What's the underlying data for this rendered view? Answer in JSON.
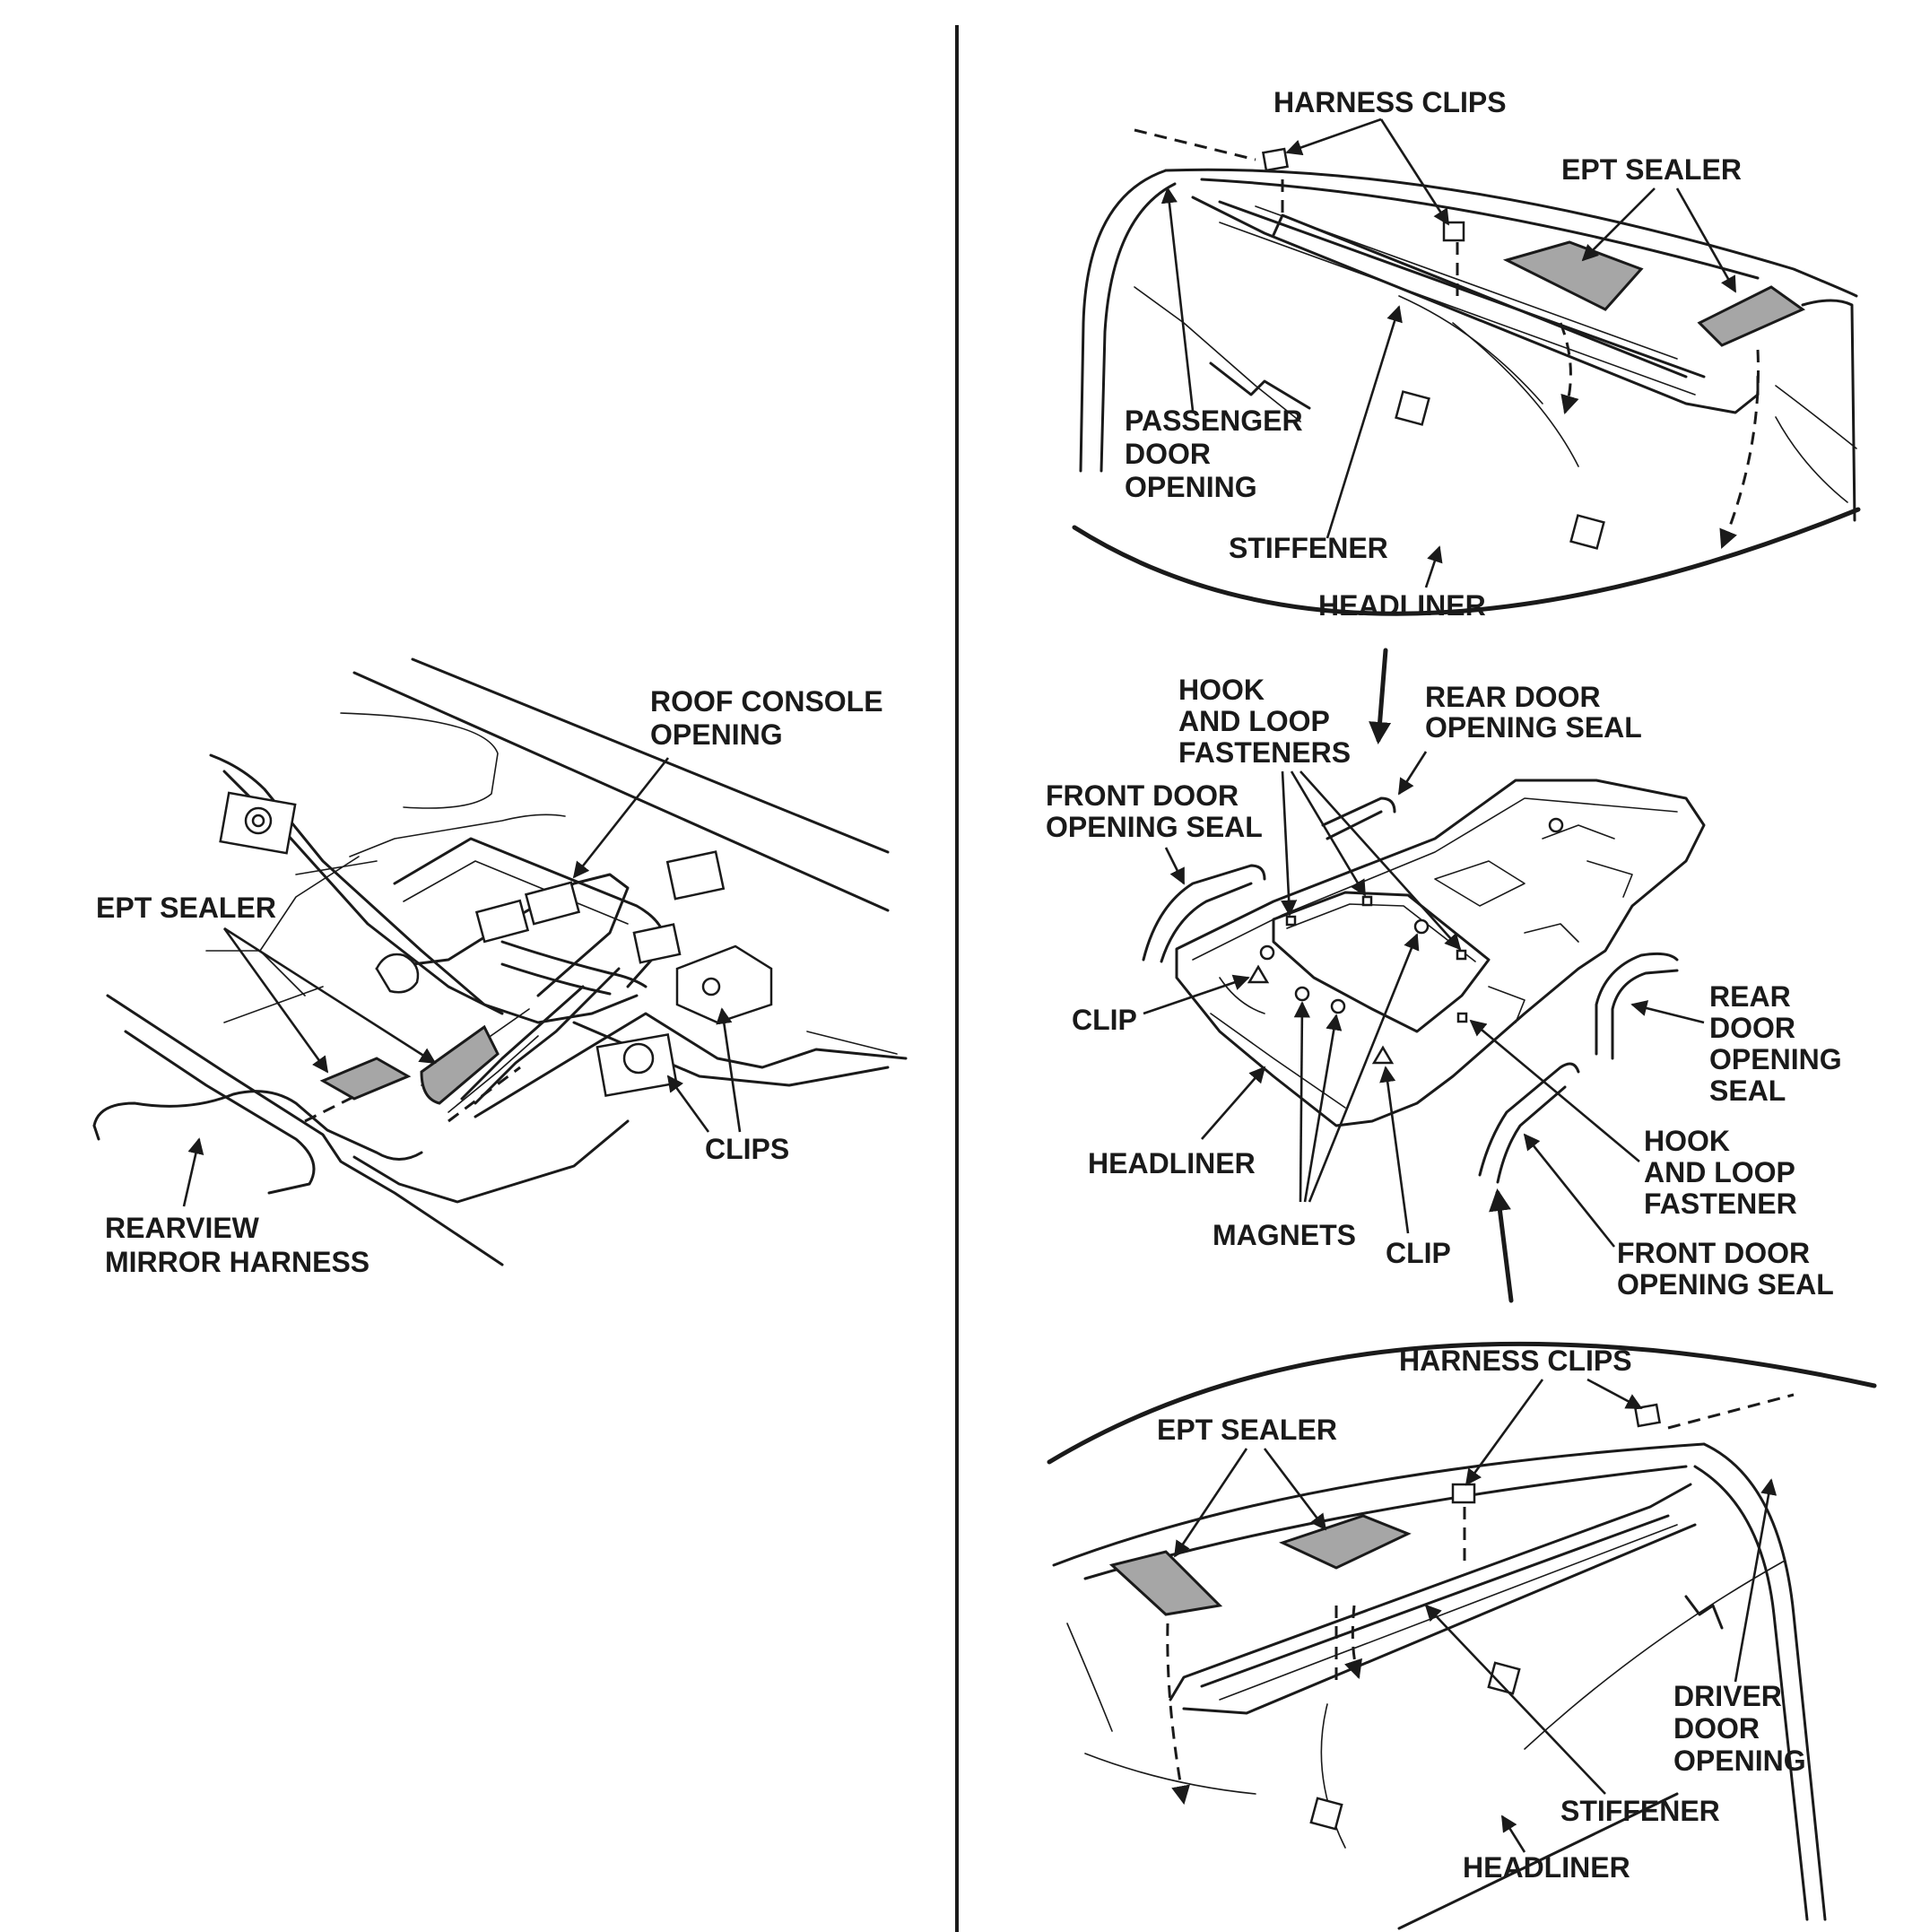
{
  "left_view": {
    "roof_console_opening": [
      "ROOF CONSOLE",
      "OPENING"
    ],
    "ept_sealer": "EPT SEALER",
    "clips": "CLIPS",
    "rearview_mirror_harness": [
      "REARVIEW",
      "MIRROR HARNESS"
    ]
  },
  "top_detail": {
    "harness_clips": "HARNESS CLIPS",
    "ept_sealer": "EPT SEALER",
    "passenger_door_opening": [
      "PASSENGER",
      "DOOR",
      "OPENING"
    ],
    "stiffener": "STIFFENER",
    "headliner": "HEADLINER"
  },
  "middle_view": {
    "hook_and_loop_fasteners": [
      "HOOK",
      "AND LOOP",
      "FASTENERS"
    ],
    "rear_door_opening_seal_top": [
      "REAR DOOR",
      "OPENING SEAL"
    ],
    "front_door_opening_seal_left": [
      "FRONT DOOR",
      "OPENING SEAL"
    ],
    "clip_left": "CLIP",
    "rear_door_opening_seal_right": [
      "REAR",
      "DOOR",
      "OPENING",
      "SEAL"
    ],
    "hook_and_loop_fastener": [
      "HOOK",
      "AND LOOP",
      "FASTENER"
    ],
    "headliner": "HEADLINER",
    "magnets": "MAGNETS",
    "clip_bottom": "CLIP",
    "front_door_opening_seal_right": [
      "FRONT DOOR",
      "OPENING SEAL"
    ]
  },
  "bottom_detail": {
    "harness_clips": "HARNESS CLIPS",
    "ept_sealer": "EPT SEALER",
    "driver_door_opening": [
      "DRIVER",
      "DOOR",
      "OPENING"
    ],
    "stiffener": "STIFFENER",
    "headliner": "HEADLINER"
  }
}
